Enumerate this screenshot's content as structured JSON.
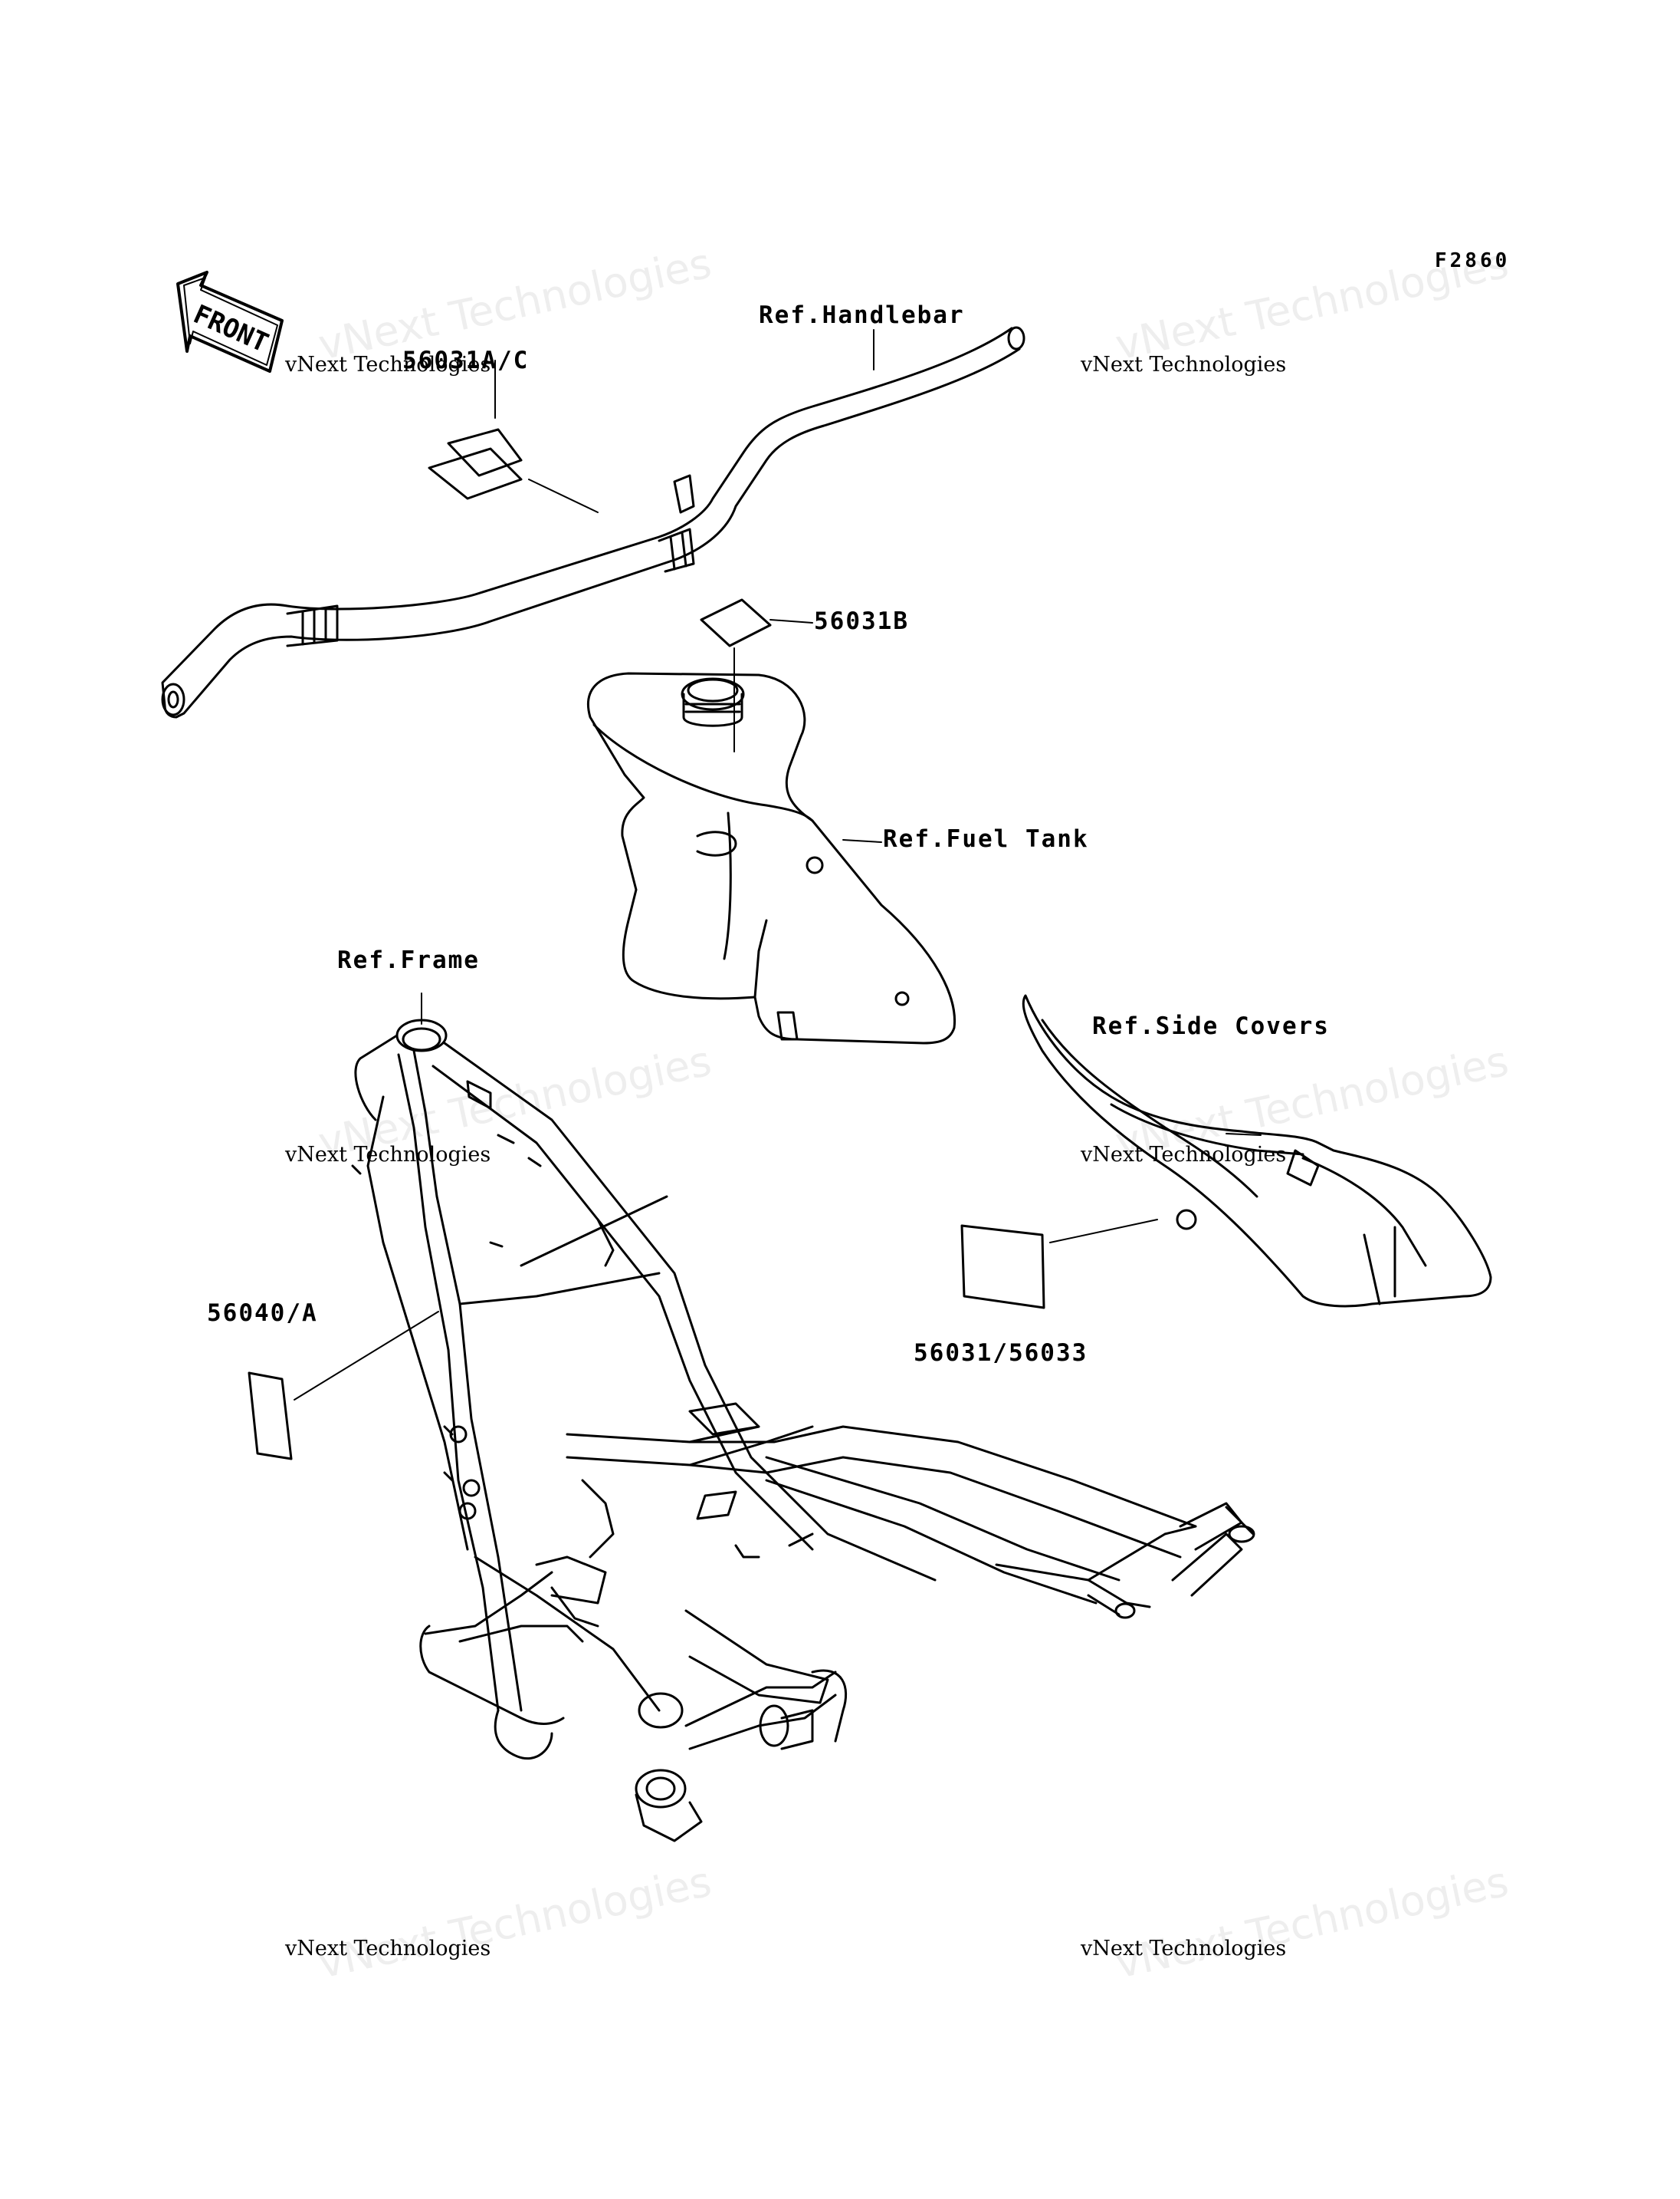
{
  "figure_code": "F2860",
  "direction_marker": "FRONT",
  "watermark_text": "vNext Technologies",
  "callouts": {
    "handlebar_ref": "Ref.Handlebar",
    "handlebar_label": "56031A/C",
    "tank_label": "56031B",
    "fuel_tank_ref": "Ref.Fuel Tank",
    "frame_ref": "Ref.Frame",
    "side_covers_ref": "Ref.Side Covers",
    "side_cover_label": "56031/56033",
    "frame_label": "56040/A"
  },
  "colors": {
    "line": "#000000",
    "paper": "#ffffff",
    "watermark_ghost": "#eeeeee"
  }
}
